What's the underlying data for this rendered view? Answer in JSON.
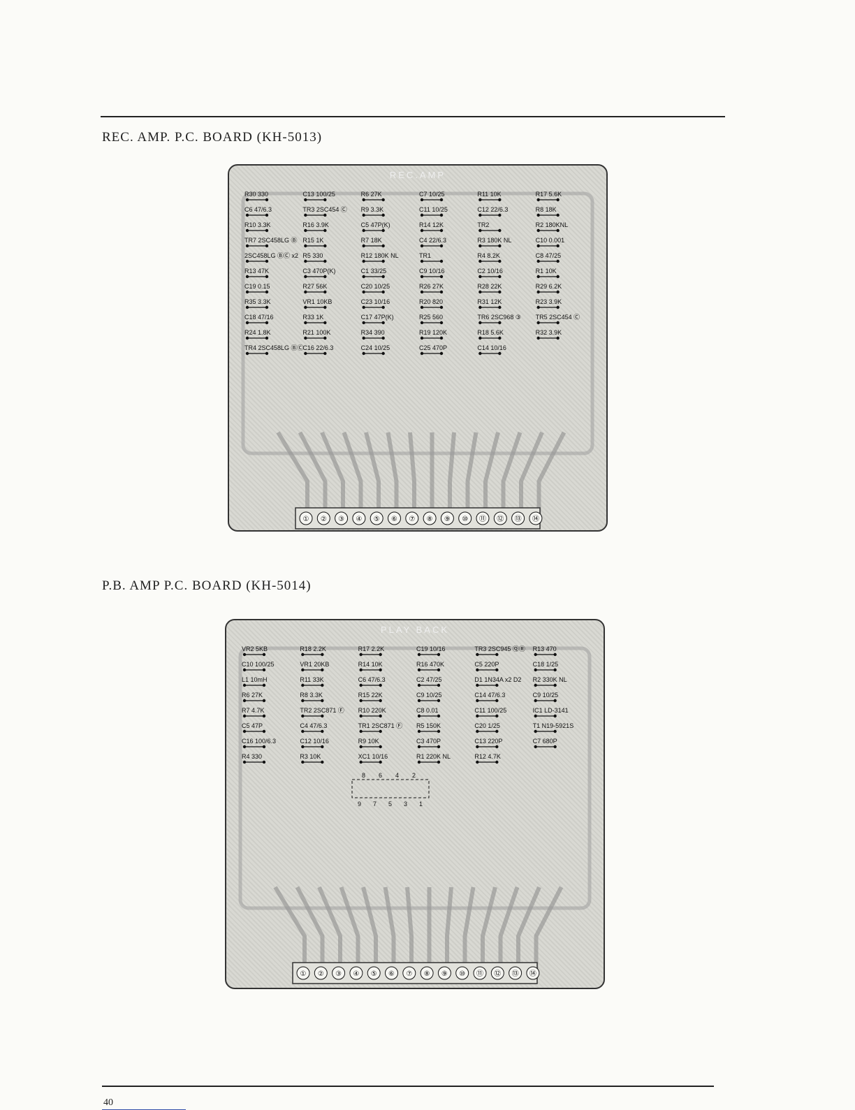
{
  "rec_board": {
    "caption": "REC. AMP. P.C. BOARD (KH-5013)",
    "banner": "REC.AMP",
    "components": [
      "R30 330",
      "C13 100/25",
      "R6 27K",
      "C7 10/25",
      "R11 10K",
      "R17 5.6K",
      "C6 47/6.3",
      "TR3 2SC454 Ⓒ",
      "R9 3.3K",
      "C11 10/25",
      "C12 22/6.3",
      "R8 18K",
      "R10 3.3K",
      "R16 3.9K",
      "C5 47P(K)",
      "R14 12K",
      "TR2",
      "R2 180KNL",
      "TR7 2SC458LG Ⓑ",
      "R15 1K",
      "R7 18K",
      "C4 22/6.3",
      "R3 180K NL",
      "C10 0.001",
      "2SC458LG ⒷⒸ x2",
      "R5 330",
      "R12 180K NL",
      "TR1",
      "R4 8.2K",
      "C8 47/25",
      "R13 47K",
      "C3 470P(K)",
      "C1 33/25",
      "C9 10/16",
      "C2 10/16",
      "R1 10K",
      "C19 0.15",
      "R27 56K",
      "C20 10/25",
      "R26 27K",
      "R28 22K",
      "R29 6.2K",
      "R35 3.3K",
      "VR1 10KB",
      "C23 10/16",
      "R20 820",
      "R31 12K",
      "R23 3.9K",
      "C18 47/16",
      "R33 1K",
      "C17 47P(K)",
      "R25 560",
      "TR6 2SC968 ③",
      "TR5 2SC454 Ⓒ",
      "R24 1.8K",
      "R21 100K",
      "R34 390",
      "R19 120K",
      "R18 5.6K",
      "R32 3.9K",
      "TR4 2SC458LG ⒷⒸ",
      "C16 22/6.3",
      "C24 10/25",
      "C25 470P",
      "C14 10/16"
    ],
    "pins": [
      "①",
      "②",
      "③",
      "④",
      "⑤",
      "⑥",
      "⑦",
      "⑧",
      "⑨",
      "⑩",
      "⑪",
      "⑫",
      "⑬",
      "⑭"
    ]
  },
  "pb_board": {
    "caption": "P.B. AMP P.C. BOARD (KH-5014)",
    "banner": "PLAY BACK",
    "components": [
      "VR2 5KB",
      "R18 2.2K",
      "R17 2.2K",
      "C19 10/16",
      "TR3 2SC945 ⓆⓇ",
      "R13 470",
      "C10 100/25",
      "VR1 20KB",
      "R14 10K",
      "R16 470K",
      "C5 220P",
      "C18 1/25",
      "L1 10mH",
      "R11 33K",
      "C6 47/6.3",
      "C2 47/25",
      "D1 1N34A x2 D2",
      "R2 330K NL",
      "R6 27K",
      "R8 3.3K",
      "R15 22K",
      "C9 10/25",
      "C14 47/6.3",
      "C9 10/25",
      "R7 4.7K",
      "TR2 2SC871 Ⓕ",
      "R10 220K",
      "C8 0.01",
      "C11 100/25",
      "IC1 LD-3141",
      "C5 47P",
      "C4 47/6.3",
      "TR1 2SC871 Ⓕ",
      "R5 150K",
      "C20 1/25",
      "T1 N19-5921S",
      "C16 100/6.3",
      "C12 10/16",
      "R9 10K",
      "C3 470P",
      "C13 220P",
      "C7 680P",
      "R4 330",
      "R3 10K",
      "XC1 10/16",
      "R1 220K NL",
      "R12 4.7K"
    ],
    "ic_pins_top": [
      "8",
      "6",
      "4",
      "2"
    ],
    "ic_pins_bottom": [
      "9",
      "7",
      "5",
      "3",
      "1"
    ],
    "pins": [
      "①",
      "②",
      "③",
      "④",
      "⑤",
      "⑥",
      "⑦",
      "⑧",
      "⑨",
      "⑩",
      "⑪",
      "⑫",
      "⑬",
      "⑭"
    ]
  },
  "footer": {
    "page_number": "40"
  }
}
